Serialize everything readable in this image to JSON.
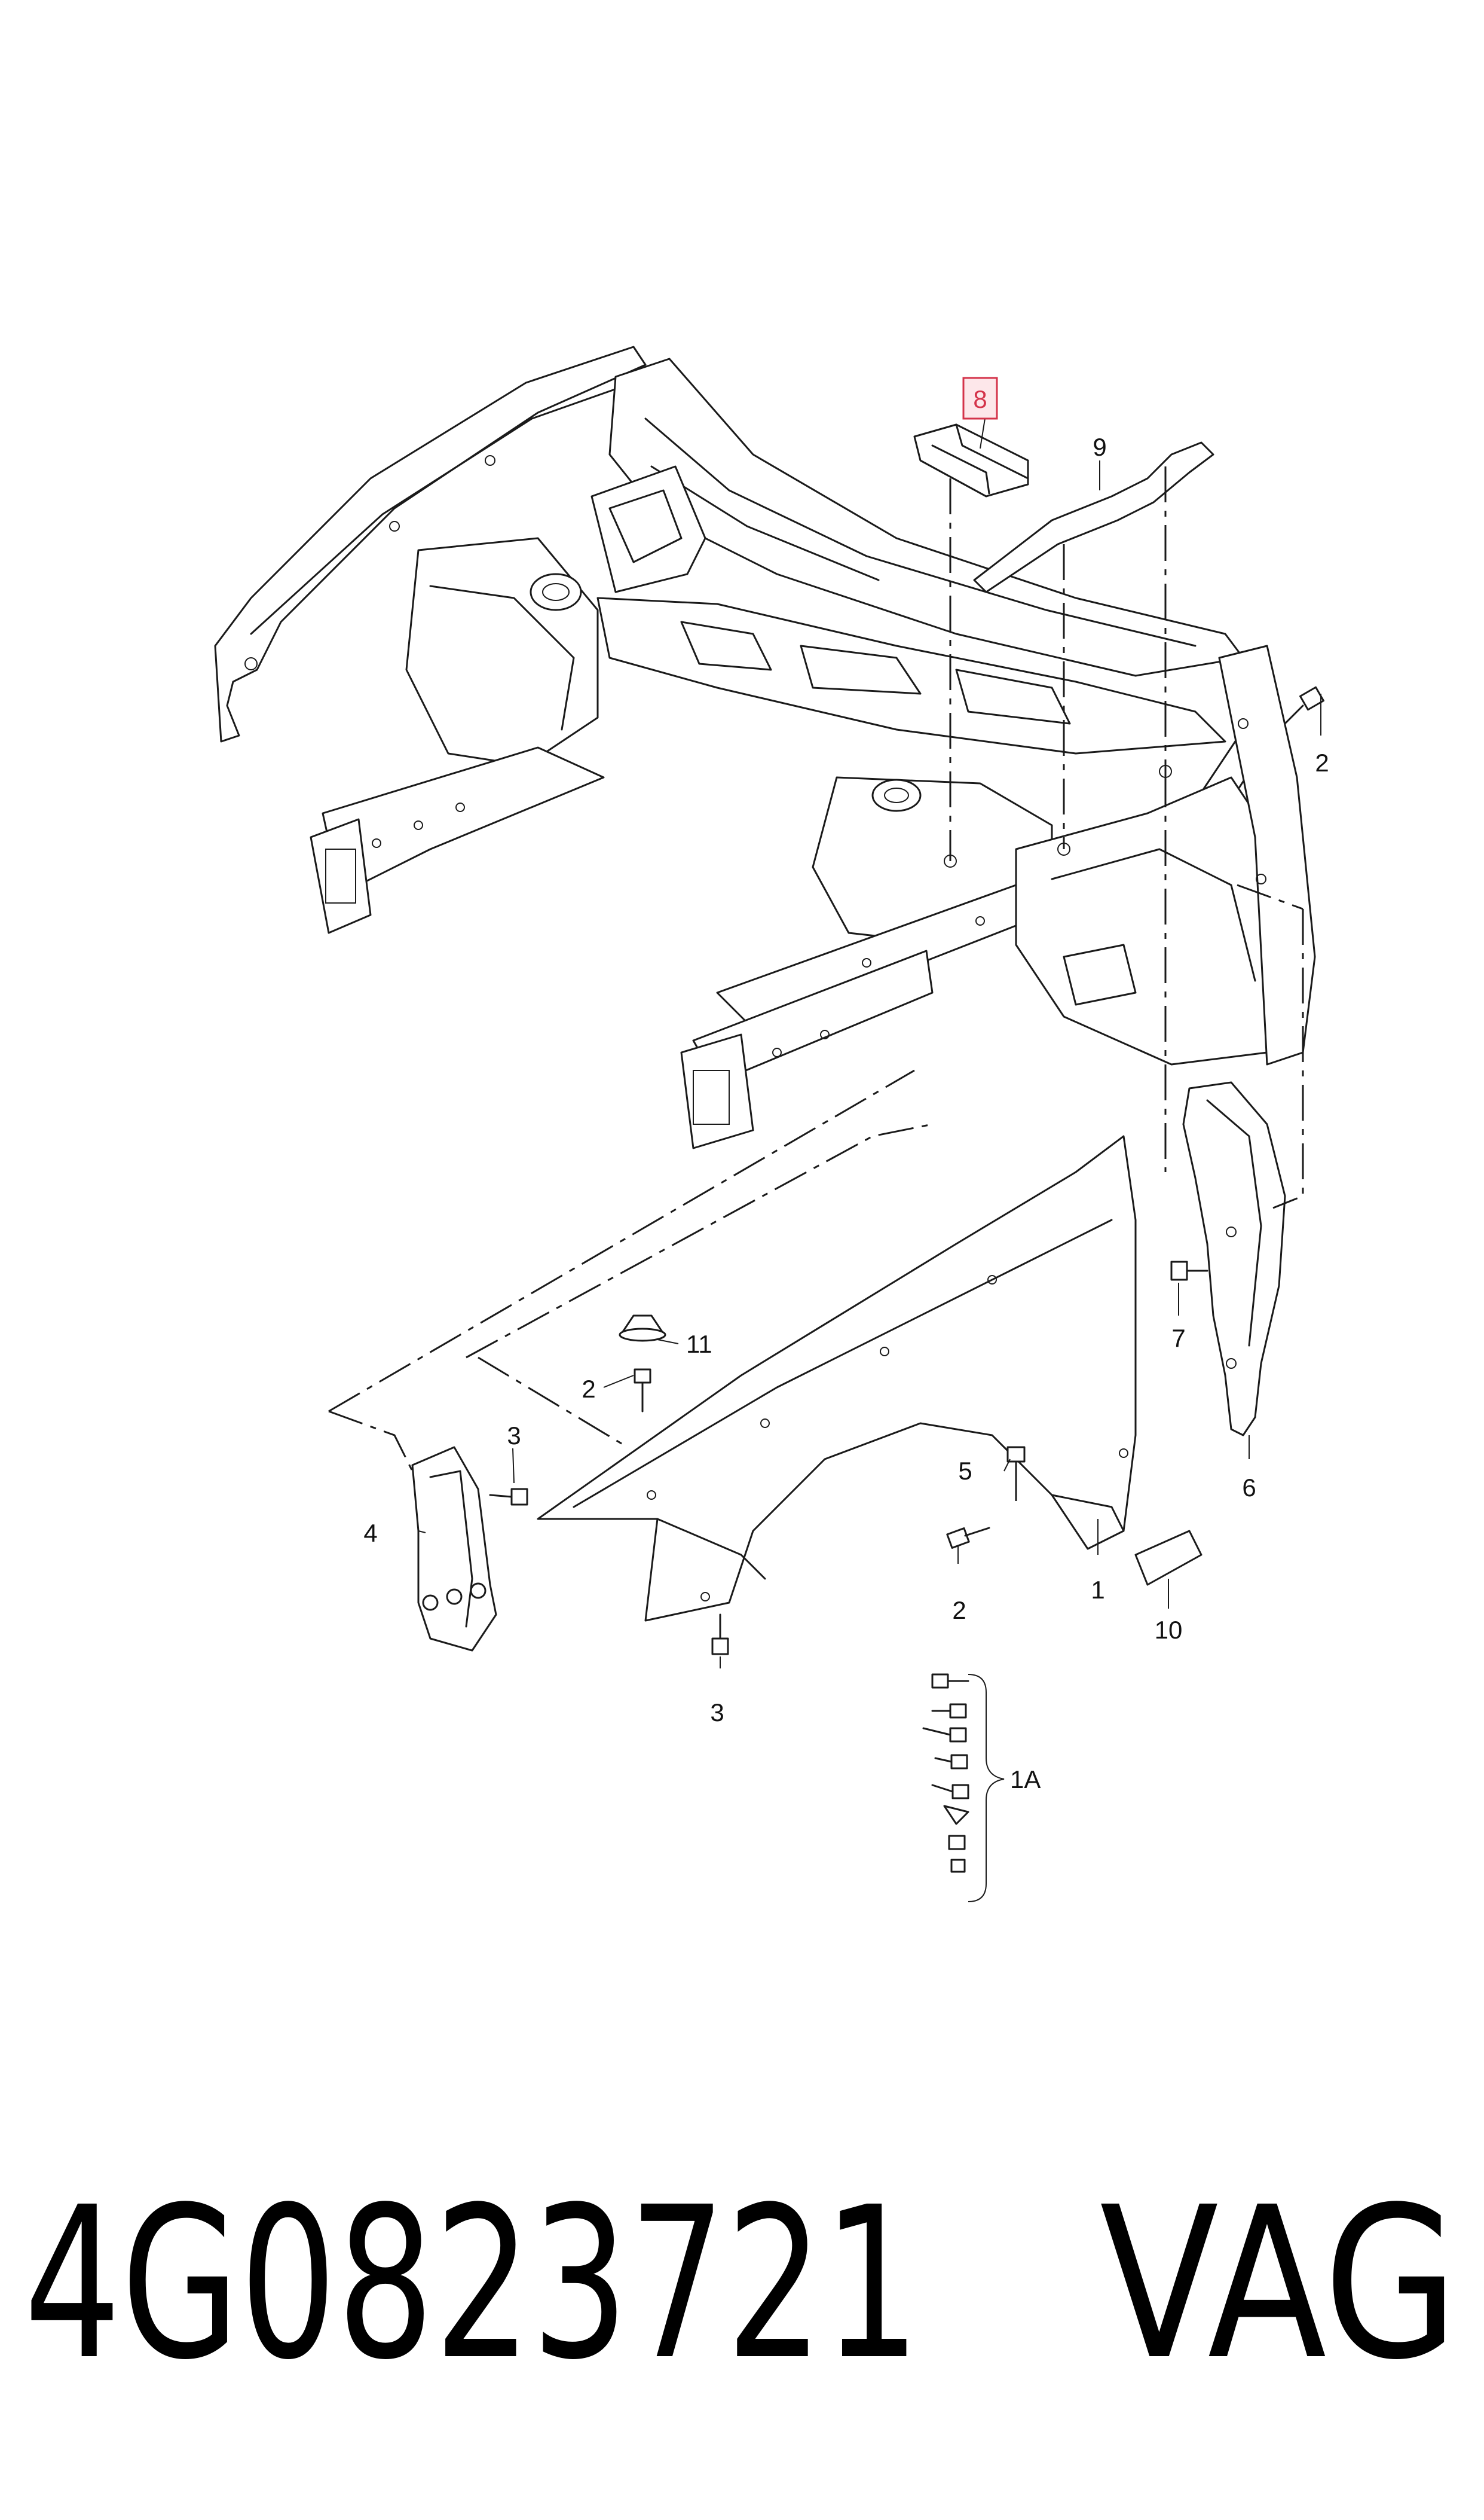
{
  "diagram": {
    "callouts": [
      {
        "id": "c1",
        "label": "1"
      },
      {
        "id": "c1a",
        "label": "1A"
      },
      {
        "id": "c2a",
        "label": "2"
      },
      {
        "id": "c2b",
        "label": "2"
      },
      {
        "id": "c2c",
        "label": "2"
      },
      {
        "id": "c3a",
        "label": "3"
      },
      {
        "id": "c3b",
        "label": "3"
      },
      {
        "id": "c4",
        "label": "4"
      },
      {
        "id": "c5",
        "label": "5"
      },
      {
        "id": "c6",
        "label": "6"
      },
      {
        "id": "c7",
        "label": "7"
      },
      {
        "id": "c8",
        "label": "8",
        "highlighted": true
      },
      {
        "id": "c9",
        "label": "9"
      },
      {
        "id": "c10",
        "label": "10"
      },
      {
        "id": "c11",
        "label": "11"
      }
    ],
    "highlight_color": "#d4334a"
  },
  "footer": {
    "part_number": "4G0823721",
    "manufacturer": "VAG"
  }
}
